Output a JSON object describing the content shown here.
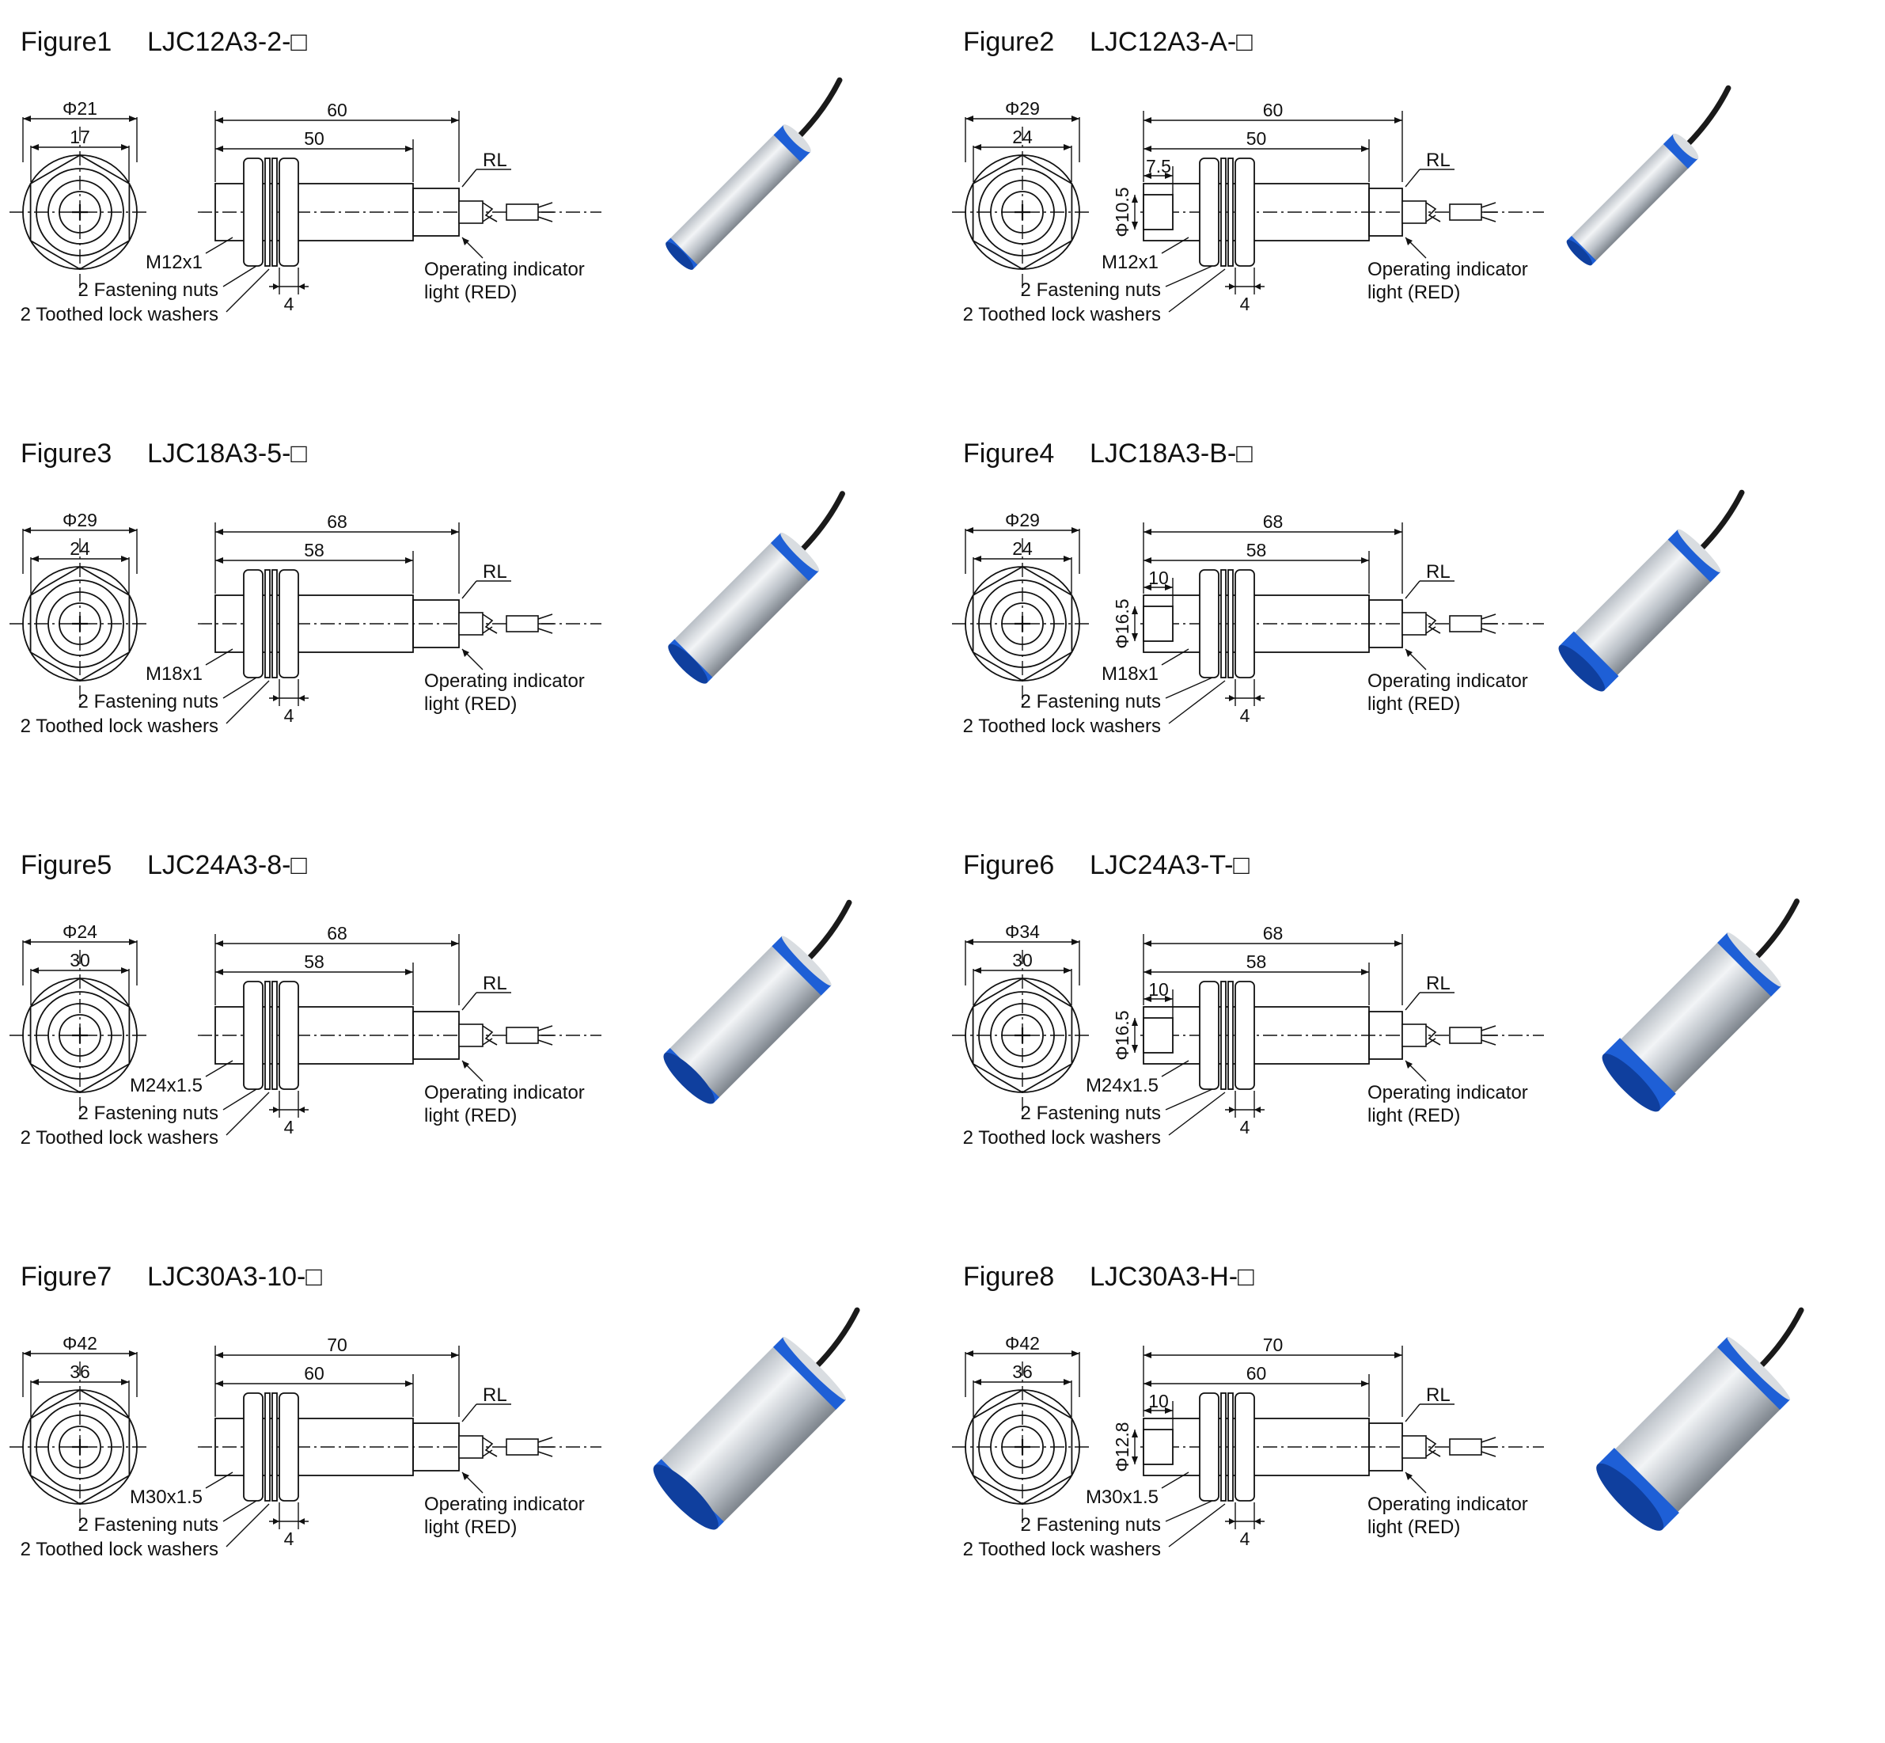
{
  "figures": [
    {
      "label": "Figure1",
      "model": "LJC12A3-2-□",
      "outer_dia": "Φ21",
      "across_flats": "17",
      "total_len": "60",
      "thread_len": "50",
      "thread": "M12x1",
      "nut_width": "4",
      "indicator_label": "RL",
      "nuts_label": "2 Fastening nuts",
      "washers_label": "2 Toothed lock washers",
      "indicator_line1": "Operating indicator",
      "indicator_line2": "light (RED)",
      "face_len": "",
      "face_dia": "",
      "photo": "slim"
    },
    {
      "label": "Figure2",
      "model": "LJC12A3-A-□",
      "outer_dia": "Φ29",
      "across_flats": "24",
      "total_len": "60",
      "thread_len": "50",
      "thread": "M12x1",
      "nut_width": "4",
      "indicator_label": "RL",
      "nuts_label": "2 Fastening nuts",
      "washers_label": "2 Toothed lock washers",
      "indicator_line1": "Operating indicator",
      "indicator_line2": "light (RED)",
      "face_len": "7.5",
      "face_dia": "Φ10.5",
      "photo": "slim-small"
    },
    {
      "label": "Figure3",
      "model": "LJC18A3-5-□",
      "outer_dia": "Φ29",
      "across_flats": "24",
      "total_len": "68",
      "thread_len": "58",
      "thread": "M18x1",
      "nut_width": "4",
      "indicator_label": "RL",
      "nuts_label": "2 Fastening nuts",
      "washers_label": "2 Toothed lock washers",
      "indicator_line1": "Operating indicator",
      "indicator_line2": "light (RED)",
      "face_len": "",
      "face_dia": "",
      "photo": "medium"
    },
    {
      "label": "Figure4",
      "model": "LJC18A3-B-□",
      "outer_dia": "Φ29",
      "across_flats": "24",
      "total_len": "68",
      "thread_len": "58",
      "thread": "M18x1",
      "nut_width": "4",
      "indicator_label": "RL",
      "nuts_label": "2 Fastening nuts",
      "washers_label": "2 Toothed lock washers",
      "indicator_line1": "Operating indicator",
      "indicator_line2": "light (RED)",
      "face_len": "10",
      "face_dia": "Φ16.5",
      "photo": "medium-cap"
    },
    {
      "label": "Figure5",
      "model": "LJC24A3-8-□",
      "outer_dia": "Φ24",
      "across_flats": "30",
      "total_len": "68",
      "thread_len": "58",
      "thread": "M24x1.5",
      "nut_width": "4",
      "indicator_label": "RL",
      "nuts_label": "2 Fastening nuts",
      "washers_label": "2 Toothed lock washers",
      "indicator_line1": "Operating indicator",
      "indicator_line2": "light (RED)",
      "face_len": "",
      "face_dia": "",
      "photo": "large"
    },
    {
      "label": "Figure6",
      "model": "LJC24A3-T-□",
      "outer_dia": "Φ34",
      "across_flats": "30",
      "total_len": "68",
      "thread_len": "58",
      "thread": "M24x1.5",
      "nut_width": "4",
      "indicator_label": "RL",
      "nuts_label": "2 Fastening nuts",
      "washers_label": "2 Toothed lock washers",
      "indicator_line1": "Operating indicator",
      "indicator_line2": "light (RED)",
      "face_len": "10",
      "face_dia": "Φ16.5",
      "photo": "large-cap"
    },
    {
      "label": "Figure7",
      "model": "LJC30A3-10-□",
      "outer_dia": "Φ42",
      "across_flats": "36",
      "total_len": "70",
      "thread_len": "60",
      "thread": "M30x1.5",
      "nut_width": "4",
      "indicator_label": "RL",
      "nuts_label": "2 Fastening nuts",
      "washers_label": "2 Toothed lock washers",
      "indicator_line1": "Operating indicator",
      "indicator_line2": "light (RED)",
      "face_len": "",
      "face_dia": "",
      "photo": "xlarge"
    },
    {
      "label": "Figure8",
      "model": "LJC30A3-H-□",
      "outer_dia": "Φ42",
      "across_flats": "36",
      "total_len": "70",
      "thread_len": "60",
      "thread": "M30x1.5",
      "nut_width": "4",
      "indicator_label": "RL",
      "nuts_label": "2 Fastening nuts",
      "washers_label": "2 Toothed lock washers",
      "indicator_line1": "Operating indicator",
      "indicator_line2": "light (RED)",
      "face_len": "10",
      "face_dia": "Φ12.8",
      "photo": "xlarge-cap"
    }
  ],
  "colors": {
    "line": "#111111",
    "sensor_blue": "#1e5fd6",
    "sensor_blue_dark": "#0f3f9e",
    "metal_light": "#f2f4f6",
    "metal_mid": "#b9bfc6",
    "metal_dark": "#7d848c",
    "cable": "#1a1a1a"
  }
}
